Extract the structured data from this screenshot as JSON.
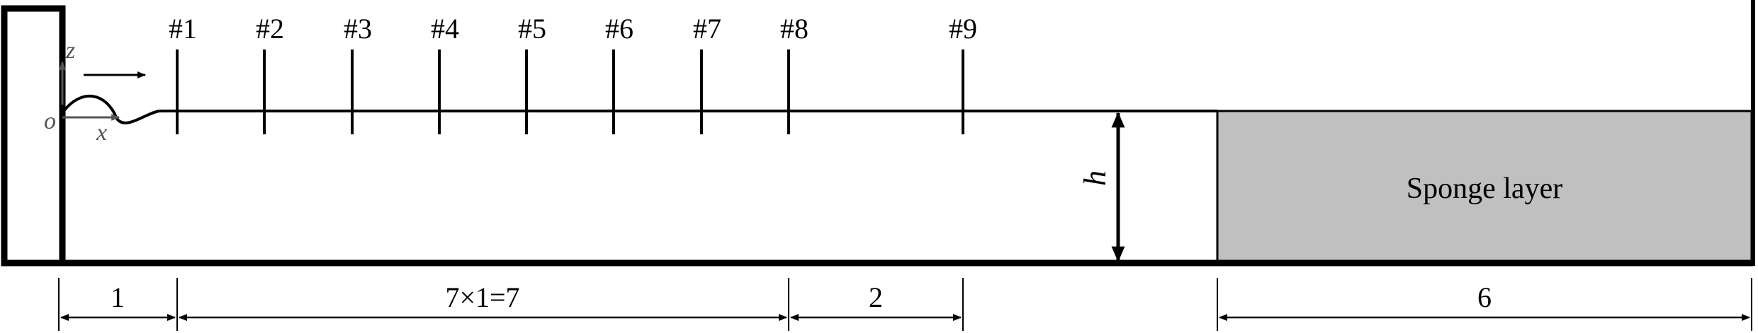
{
  "gauges": [
    "#1",
    "#2",
    "#3",
    "#4",
    "#5",
    "#6",
    "#7",
    "#8",
    "#9"
  ],
  "axes": {
    "z": "z",
    "x": "x",
    "origin": "o"
  },
  "depth_label": "h",
  "sponge_label": "Sponge layer",
  "dimensions": [
    "1",
    "7×1=7",
    "2",
    "6"
  ],
  "colors": {
    "sponge_fill": "#c0c0c0",
    "axis_gray": "#555555",
    "line": "#000000"
  }
}
